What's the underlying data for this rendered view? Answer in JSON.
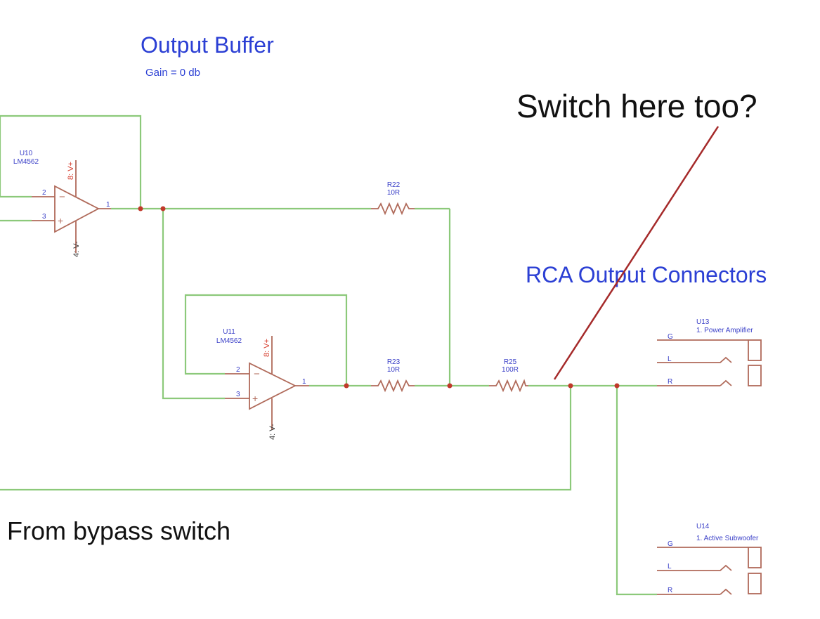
{
  "titles": {
    "output_buffer": "Output Buffer",
    "gain": "Gain = 0 db",
    "rca": "RCA Output Connectors"
  },
  "notes": {
    "switch_here": "Switch here too?",
    "bypass": "From bypass switch"
  },
  "opamps": {
    "u10": {
      "ref": "U10",
      "part": "LM4562",
      "vplus": "8: V+",
      "vminus": "4: V-",
      "pin_inv": "2",
      "pin_noninv": "3",
      "pin_out": "1"
    },
    "u11": {
      "ref": "U11",
      "part": "LM4562",
      "vplus": "8: V+",
      "vminus": "4: V-",
      "pin_inv": "2",
      "pin_noninv": "3",
      "pin_out": "1"
    }
  },
  "resistors": {
    "r22": {
      "ref": "R22",
      "value": "10R"
    },
    "r23": {
      "ref": "R23",
      "value": "10R"
    },
    "r25": {
      "ref": "R25",
      "value": "100R"
    }
  },
  "connectors": {
    "u13": {
      "ref": "U13",
      "name": "1. Power Amplifier",
      "pins": [
        "G",
        "L",
        "R"
      ]
    },
    "u14": {
      "ref": "U14",
      "name": "1. Active Subwoofer",
      "pins": [
        "G",
        "L",
        "R"
      ]
    }
  },
  "colors": {
    "wire": "#8cc97a",
    "component": "#b06a5a",
    "junction": "#c0392b",
    "label_blue": "#2b3fd4",
    "supply_red": "#d63a2a",
    "annotation_arrow": "#a52a2a"
  }
}
